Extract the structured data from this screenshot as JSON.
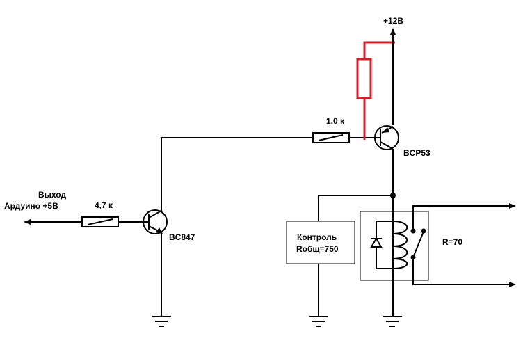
{
  "diagram": {
    "type": "circuit-schematic",
    "labels": {
      "supply": "+12В",
      "input_line1": "Выход",
      "input_line2": "Ардуино +5В",
      "r_in": "4,7 к",
      "r_base": "1,0 к",
      "q1": "BC847",
      "q2": "BCP53",
      "control_line1": "Контроль",
      "control_line2": "Rобщ=750",
      "relay_r": "R=70"
    },
    "components": [
      {
        "id": "R1",
        "kind": "resistor",
        "value": "4,7 к"
      },
      {
        "id": "Q1",
        "kind": "npn-transistor",
        "part": "BC847"
      },
      {
        "id": "R2",
        "kind": "resistor",
        "value": "1,0 к"
      },
      {
        "id": "R3",
        "kind": "resistor",
        "value": "",
        "highlight": "red"
      },
      {
        "id": "Q2",
        "kind": "pnp-transistor",
        "part": "BCP53"
      },
      {
        "id": "CTRL",
        "kind": "block",
        "label": "Контроль Rобщ=750"
      },
      {
        "id": "K1",
        "kind": "relay",
        "value": "R=70"
      },
      {
        "id": "D1",
        "kind": "diode"
      }
    ],
    "colors": {
      "wire": "#000000",
      "highlight": "#d0202a",
      "background": "#ffffff"
    }
  }
}
